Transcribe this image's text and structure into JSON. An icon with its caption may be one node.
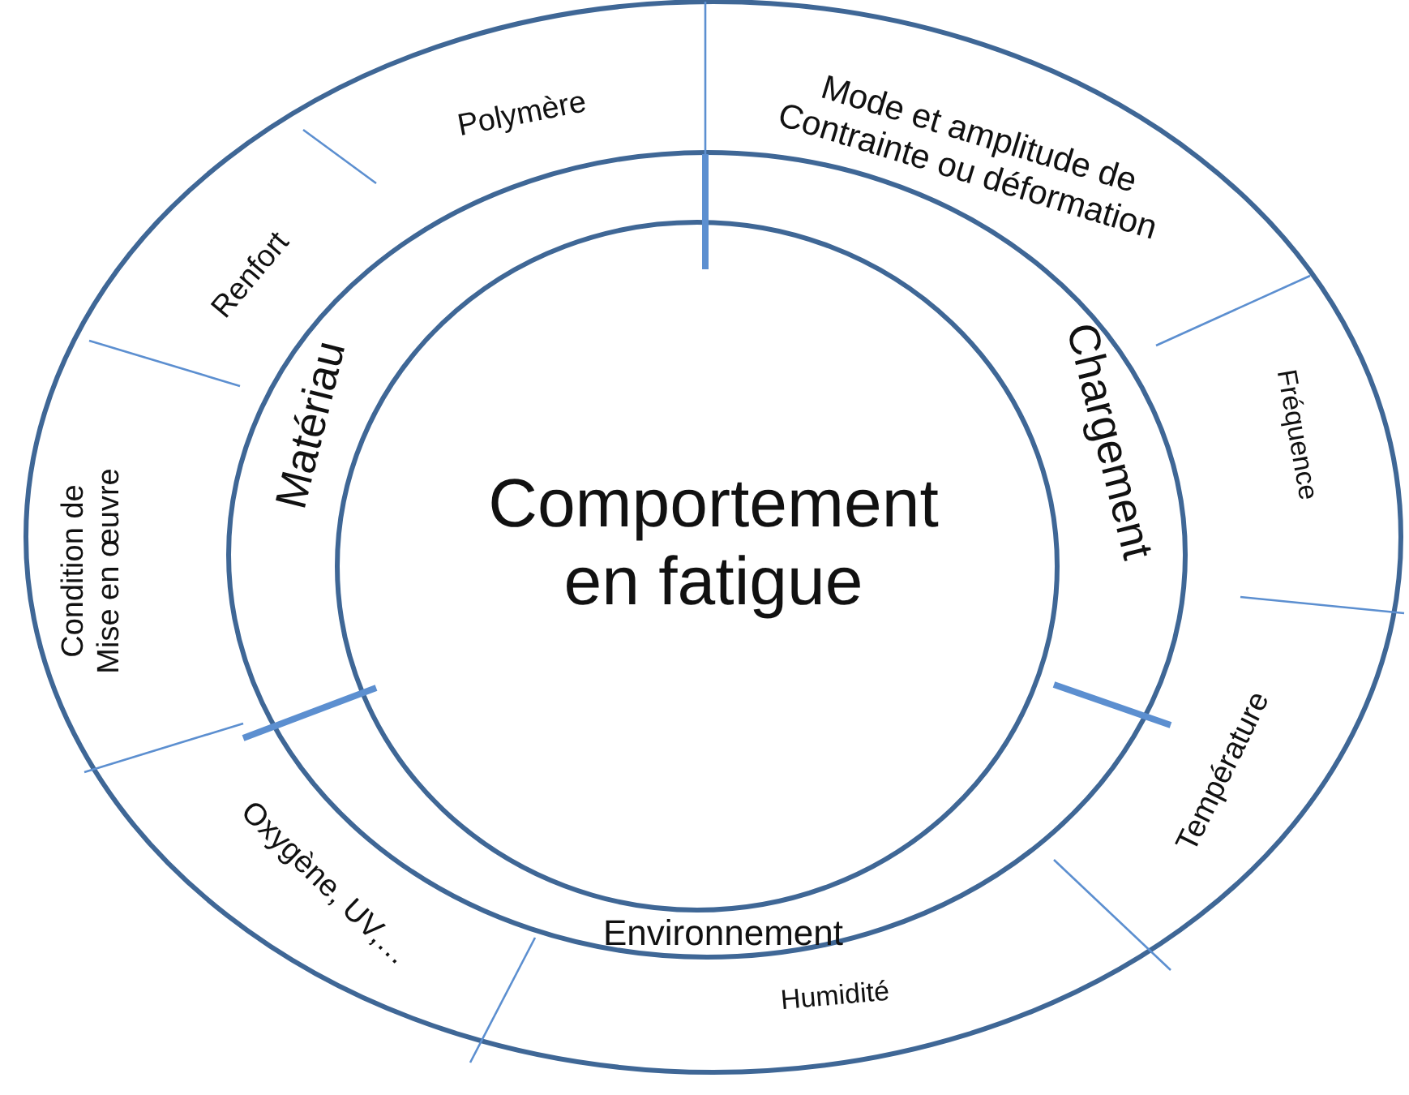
{
  "diagram": {
    "nodes": [
      {
        "text": [
          "Comportement en fatigue"
        ]
      },
      {
        "text": [
          "Matériau"
        ]
      },
      {
        "text": [
          "Chargement"
        ]
      },
      {
        "text": [
          "Environnement"
        ]
      },
      {
        "text": [
          "Polymère"
        ]
      },
      {
        "text": [
          "Mode et amplitude de Contrainte ou déformation"
        ]
      },
      {
        "text": [
          "Renfort"
        ]
      },
      {
        "text": [
          "Fréquence"
        ]
      },
      {
        "text": [
          "Condition de Mise en œuvre"
        ]
      },
      {
        "text": [
          "Température"
        ]
      },
      {
        "text": [
          "Oxygène, UV,…"
        ]
      },
      {
        "text": [
          "Humidité"
        ]
      }
    ]
  }
}
